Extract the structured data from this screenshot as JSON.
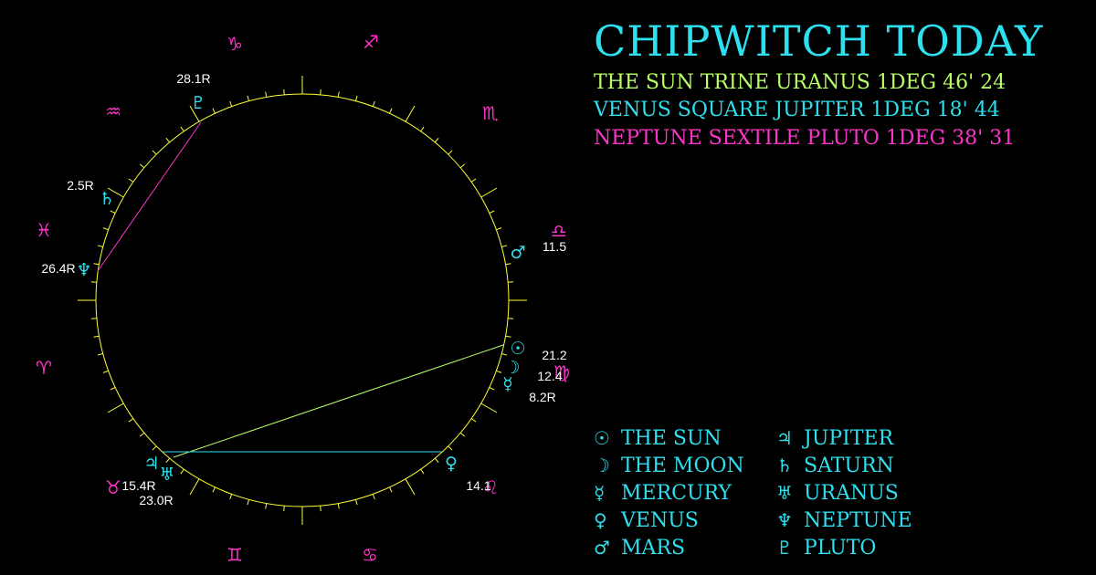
{
  "title": "CHIPWITCH TODAY",
  "colors": {
    "background": "#000000",
    "wheel": "#ffff33",
    "signs": "#ff33cc",
    "planets": "#2de0f0",
    "labels": "#ffffff",
    "trine": "#b8ff66",
    "square": "#2de0f0",
    "sextile": "#ff33cc"
  },
  "aspects": [
    {
      "text": "THE SUN TRINE URANUS 1DEG 46' 24",
      "color": "#b8ff66"
    },
    {
      "text": "VENUS SQUARE JUPITER 1DEG 18' 44",
      "color": "#2de0f0"
    },
    {
      "text": "NEPTUNE SEXTILE PLUTO 1DEG 38' 31",
      "color": "#ff33cc"
    }
  ],
  "legend": [
    {
      "symbol": "☉",
      "name": "THE SUN",
      "icon": "sun-icon"
    },
    {
      "symbol": "☽",
      "name": "THE MOON",
      "icon": "moon-icon"
    },
    {
      "symbol": "☿",
      "name": "MERCURY",
      "icon": "mercury-icon"
    },
    {
      "symbol": "♀",
      "name": "VENUS",
      "icon": "venus-icon"
    },
    {
      "symbol": "♂",
      "name": "MARS",
      "icon": "mars-icon"
    },
    {
      "symbol": "♃",
      "name": "JUPITER",
      "icon": "jupiter-icon"
    },
    {
      "symbol": "♄",
      "name": "SATURN",
      "icon": "saturn-icon"
    },
    {
      "symbol": "♅",
      "name": "URANUS",
      "icon": "uranus-icon"
    },
    {
      "symbol": "♆",
      "name": "NEPTUNE",
      "icon": "neptune-icon"
    },
    {
      "symbol": "♇",
      "name": "PLUTO",
      "icon": "pluto-icon"
    }
  ],
  "signs": [
    {
      "symbol": "♑",
      "name": "capricorn-icon"
    },
    {
      "symbol": "♐",
      "name": "sagittarius-icon"
    },
    {
      "symbol": "♏",
      "name": "scorpio-icon"
    },
    {
      "symbol": "♎",
      "name": "libra-icon"
    },
    {
      "symbol": "♍",
      "name": "virgo-icon"
    },
    {
      "symbol": "♌",
      "name": "leo-icon"
    },
    {
      "symbol": "♋",
      "name": "cancer-icon"
    },
    {
      "symbol": "♊",
      "name": "gemini-icon"
    },
    {
      "symbol": "♉",
      "name": "taurus-icon"
    },
    {
      "symbol": "♈",
      "name": "aries-icon"
    },
    {
      "symbol": "♓",
      "name": "pisces-icon"
    },
    {
      "symbol": "♒",
      "name": "aquarius-icon"
    }
  ],
  "planets": [
    {
      "symbol": "♇",
      "label": "28.1R",
      "icon": "pluto-icon"
    },
    {
      "symbol": "♄",
      "label": "2.5R",
      "icon": "saturn-icon"
    },
    {
      "symbol": "♆",
      "label": "26.4R",
      "icon": "neptune-icon"
    },
    {
      "symbol": "♂",
      "label": "11.5",
      "icon": "mars-icon"
    },
    {
      "symbol": "☉",
      "label": "21.2",
      "icon": "sun-icon"
    },
    {
      "symbol": "☽",
      "label": "12.4",
      "icon": "moon-icon"
    },
    {
      "symbol": "☿",
      "label": "8.2R",
      "icon": "mercury-icon"
    },
    {
      "symbol": "♀",
      "label": "14.1",
      "icon": "venus-icon"
    },
    {
      "symbol": "♃",
      "label": "15.4R",
      "icon": "jupiter-icon"
    },
    {
      "symbol": "♅",
      "label": "23.0R",
      "icon": "uranus-icon"
    }
  ]
}
